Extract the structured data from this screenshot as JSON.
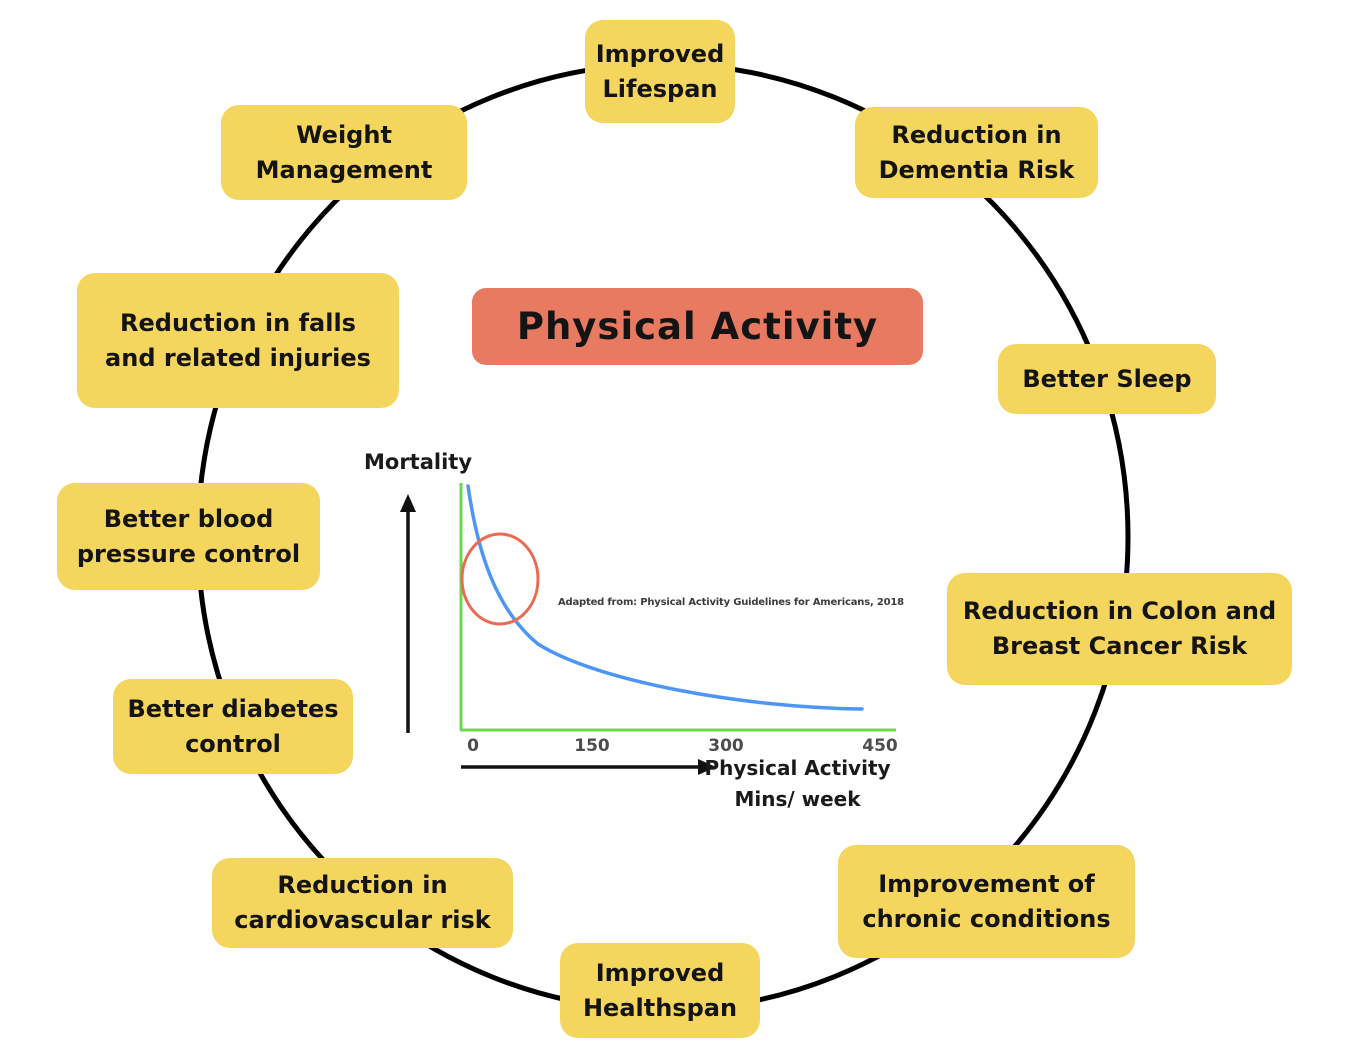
{
  "diagram": {
    "title": "Physical Activity",
    "nodes": [
      {
        "id": "improved-lifespan",
        "label": "Improved\nLifespan"
      },
      {
        "id": "reduction-dementia-risk",
        "label": "Reduction in\nDementia Risk"
      },
      {
        "id": "better-sleep",
        "label": "Better Sleep"
      },
      {
        "id": "reduction-colon-breast",
        "label": "Reduction in Colon and\nBreast Cancer Risk"
      },
      {
        "id": "improvement-chronic",
        "label": "Improvement of\nchronic conditions"
      },
      {
        "id": "improved-healthspan",
        "label": "Improved\nHealthspan"
      },
      {
        "id": "reduction-cardiovascular",
        "label": "Reduction in\ncardiovascular risk"
      },
      {
        "id": "better-diabetes",
        "label": "Better diabetes\ncontrol"
      },
      {
        "id": "better-blood-pressure",
        "label": "Better blood\npressure control"
      },
      {
        "id": "reduction-falls",
        "label": "Reduction in falls\nand related injuries"
      },
      {
        "id": "weight-management",
        "label": "Weight\nManagement"
      }
    ],
    "colors": {
      "node_bg": "#F4D65E",
      "title_bg": "#E87A62",
      "cycle_stroke": "#000000"
    }
  },
  "chart_data": {
    "type": "line",
    "title": "",
    "ylabel": "Mortality",
    "xlabel": "Physical Activity\nMins/ week",
    "x_ticks": [
      "0",
      "150",
      "300",
      "450"
    ],
    "xlim": [
      0,
      470
    ],
    "ylim": [
      0,
      100
    ],
    "grid": false,
    "legend": false,
    "annotation": "Adapted from: Physical Activity Guidelines for Americans, 2018",
    "axis_color": "#6FD44E",
    "series": [
      {
        "name": "mortality-vs-activity",
        "color": "#4D96F5",
        "x": [
          0,
          20,
          40,
          75,
          110,
          150,
          200,
          250,
          300,
          350,
          400,
          430
        ],
        "y": [
          100,
          76,
          60,
          44,
          34,
          27,
          21,
          17,
          15,
          13.5,
          13,
          12.8
        ]
      }
    ],
    "highlight_ellipse": {
      "color": "#EC6A52",
      "x_range": [
        0,
        80
      ],
      "y_range": [
        35,
        75
      ]
    }
  }
}
